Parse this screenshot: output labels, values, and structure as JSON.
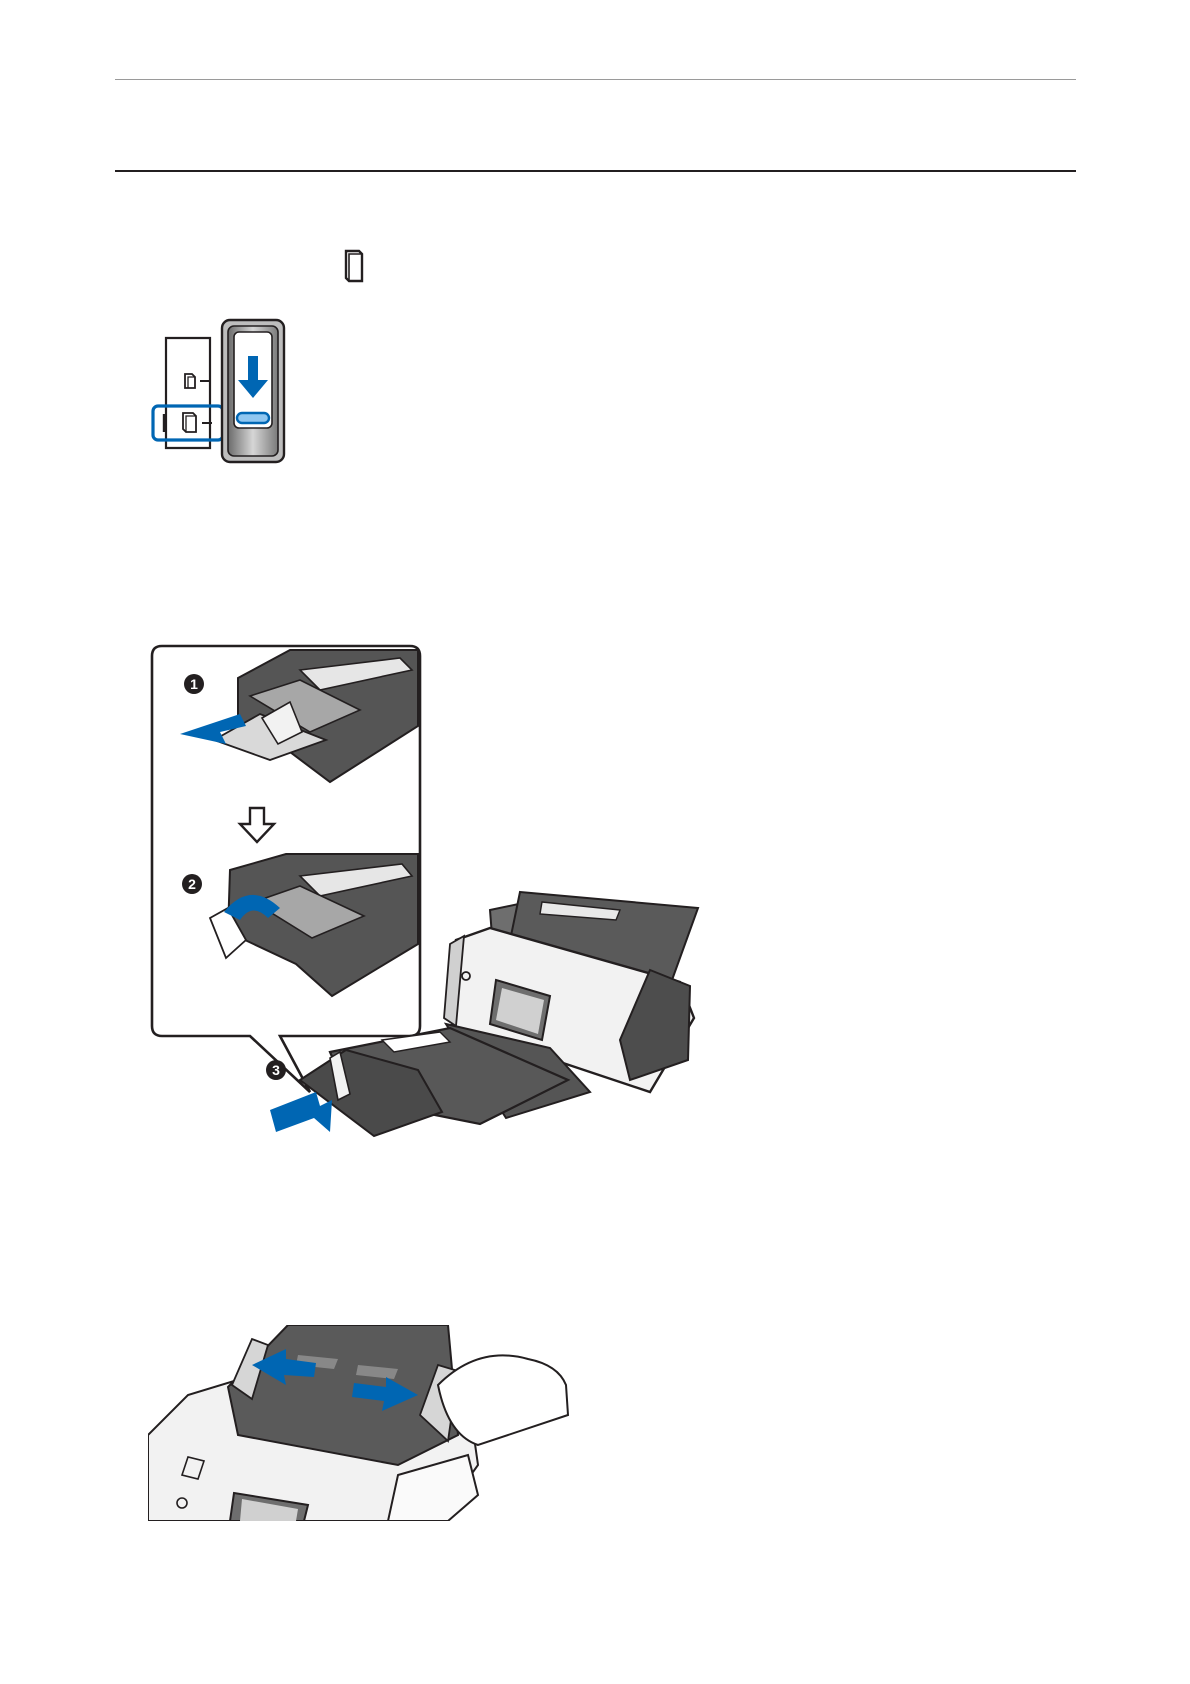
{
  "page": {
    "background": "#ffffff",
    "text_color": "#231f20",
    "accent_blue": "#0066b3",
    "light_blue": "#8fc6f0"
  },
  "icons": {
    "inline_symbol": "document-portrait-icon",
    "switch_symbols": [
      "document-small-icon",
      "document-portrait-icon"
    ],
    "step_arrow": "down-arrow-outline-icon"
  },
  "steps": {
    "one": "1",
    "two": "2",
    "three": "3"
  }
}
